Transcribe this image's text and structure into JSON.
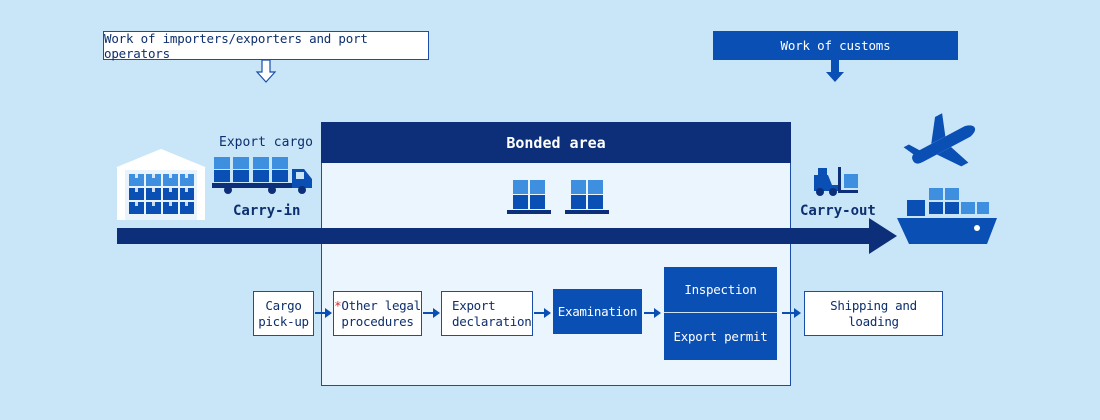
{
  "legend": {
    "importers": "Work of importers/exporters and port operators",
    "customs": "Work of customs"
  },
  "bonded_area": {
    "title": "Bonded area"
  },
  "labels": {
    "export_cargo": "Export cargo",
    "carry_in": "Carry-in",
    "carry_out": "Carry-out"
  },
  "steps": {
    "cargo_pickup_line1": "Cargo",
    "cargo_pickup_line2": "pick-up",
    "other_legal_star": "*",
    "other_legal_line1": "Other legal",
    "other_legal_line2": "procedures",
    "export_declaration_line1": "Export",
    "export_declaration_line2": "declaration",
    "examination": "Examination",
    "inspection": "Inspection",
    "export_permit": "Export permit",
    "shipping_loading": "Shipping and loading"
  },
  "colors": {
    "background": "#c9e6f8",
    "navy": "#0d2f7a",
    "customs_blue": "#0a4fb3",
    "box_light": "#3f8fe0",
    "note_star": "#d6262b"
  },
  "icons": [
    "warehouse-icon",
    "truck-icon",
    "pallet-boxes-icon",
    "forklift-icon",
    "airplane-icon",
    "cargo-ship-icon"
  ]
}
